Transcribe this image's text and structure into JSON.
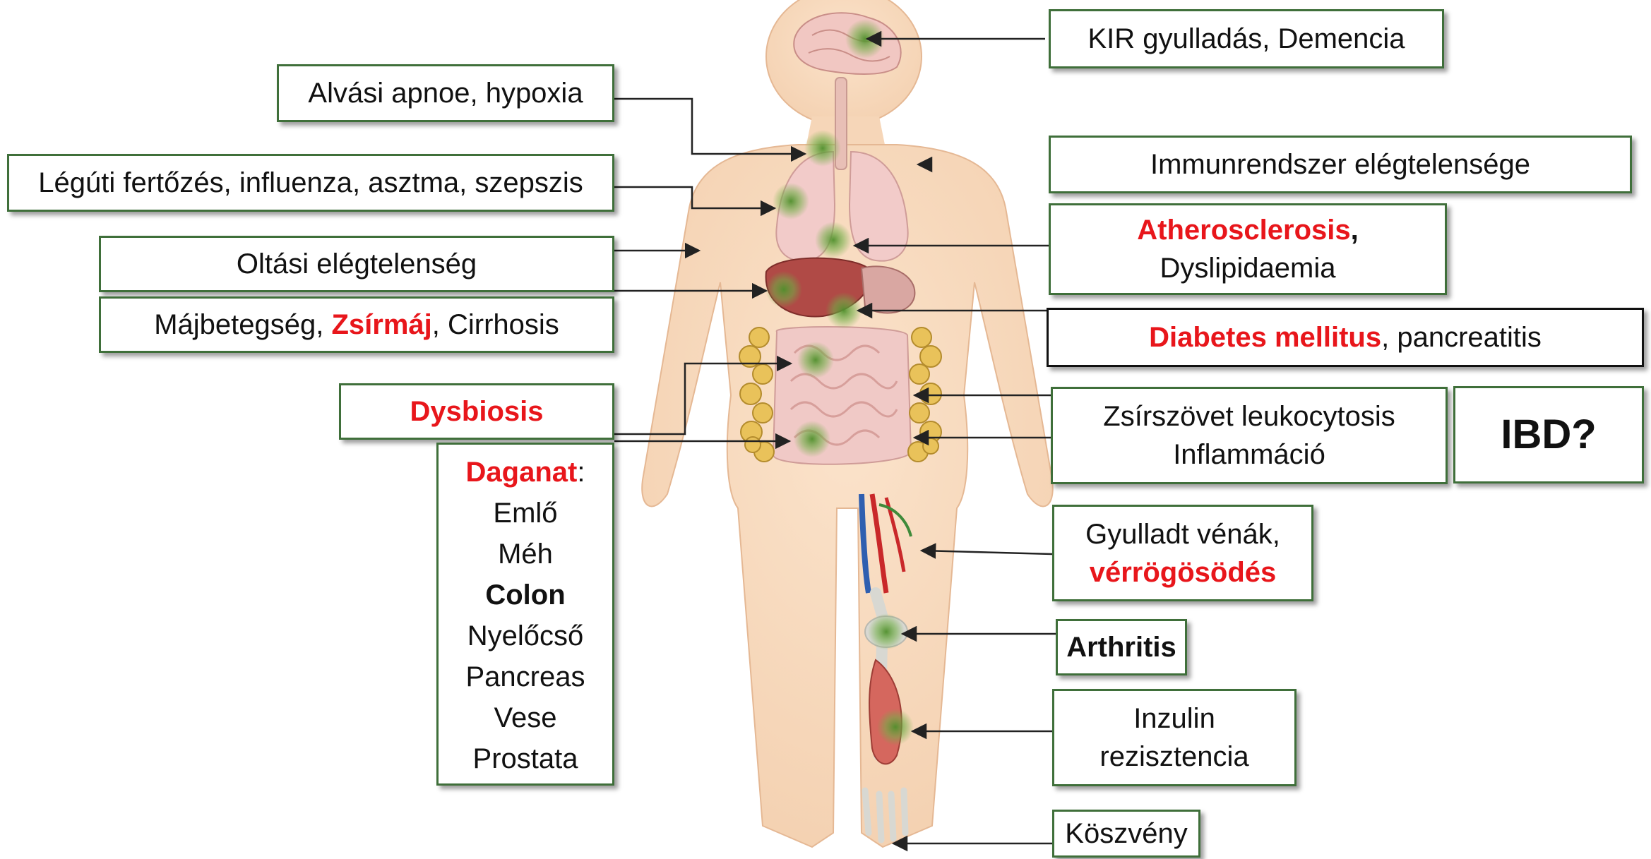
{
  "labels": {
    "kir": "KIR gyulladás, Demencia",
    "alvasi": "Alvási apnoe, hypoxia",
    "leguti": "Légúti fertőzés, influenza, asztma, szepszis",
    "immun": "Immunrendszer elégtelensége",
    "athero_red": "Atherosclerosis",
    "athero_sep": ",",
    "athero_rest": "Dyslipidaemia",
    "oltasi": "Oltási elégtelenség",
    "maj_pre": "Májbetegség, ",
    "maj_red": "Zsírmáj",
    "maj_post": ", Cirrhosis",
    "diab_red": "Diabetes mellitus",
    "diab_post": ", pancreatitis",
    "dysbiosis": "Dysbiosis",
    "zsir_1": "Zsírszövet leukocytosis",
    "zsir_2": "Inflammáció",
    "ibd": "IBD?",
    "daganat_title": "Daganat",
    "daganat_colon": ":",
    "daganat_items": [
      "Emlő",
      "Méh",
      "Colon",
      "Nyelőcső",
      "Pancreas",
      "Vese",
      "Prostata"
    ],
    "gyull_1": "Gyulladt vénák,",
    "gyull_2": "vérrögösödés",
    "arthritis": "Arthritis",
    "inzulin_1": "Inzulin",
    "inzulin_2": "rezisztencia",
    "koszveny": "Köszvény"
  },
  "colors": {
    "box_border": "#3f6f3a",
    "highlight_text": "#e8161b",
    "skin": "#f8dcc0",
    "inflammation": "#6fae45",
    "fat_cells": "#e9c25a"
  },
  "icons": [
    "human-body-illustration",
    "brain-icon",
    "lungs-icon",
    "liver-icon",
    "intestine-icon",
    "fat-cells-icon",
    "blood-vessels-icon",
    "leg-bones-icon",
    "muscle-icon",
    "inflammation-spot-icon"
  ]
}
